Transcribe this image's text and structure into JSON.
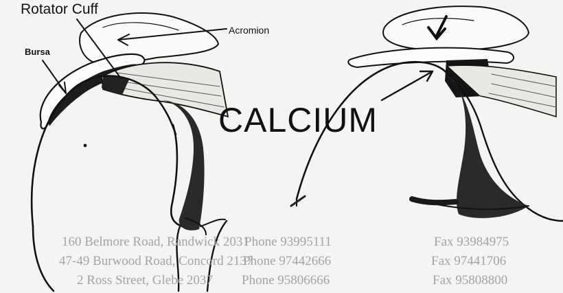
{
  "labels": {
    "rotator_cuff": "Rotator Cuff",
    "acromion": "Acromion",
    "bursa": "Bursa",
    "calcium": "CALCIUM"
  },
  "bleed_through": {
    "lines": [
      "160 Belmore Road, Randwick 2031",
      "47-49 Burwood Road, Concord 2137",
      "2 Ross Street, Glebe 2037"
    ],
    "phones": [
      "Phone 93995111",
      "Phone 97442666",
      "Phone 95806666"
    ],
    "faxes": [
      "Fax 93984975",
      "Fax 97441706",
      "Fax 95808800"
    ]
  },
  "colors": {
    "background": "#f4f4f2",
    "ink": "#111111",
    "dark_fill": "#1c1c1c",
    "bleed": "#a0a0a0"
  }
}
